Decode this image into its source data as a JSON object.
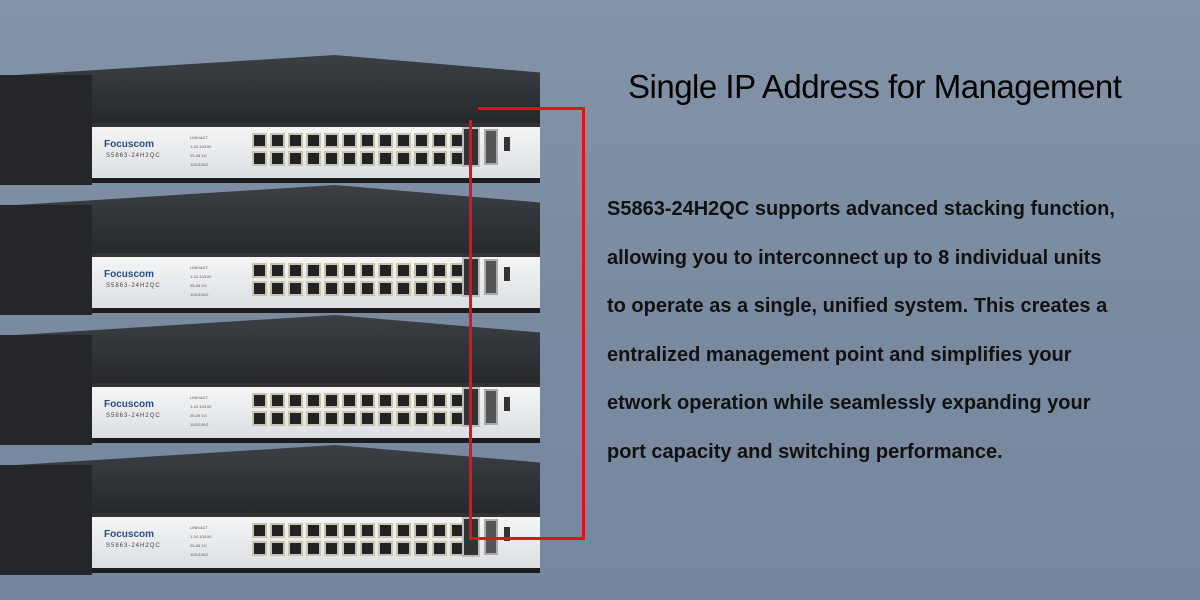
{
  "heading": "Single IP Address for Management",
  "paragraph_lines": [
    "S5863-24H2QC supports advanced stacking function,",
    "allowing you to interconnect up to 8 individual units",
    "to operate as a single, unified system. This creates a",
    "entralized management point and simplifies your",
    "etwork operation while seamlessly expanding your",
    "port capacity and switching performance."
  ],
  "switches": [
    {
      "brand": "Focuscom",
      "model": "S5863-24H2QC"
    },
    {
      "brand": "Focuscom",
      "model": "S5863-24H2QC"
    },
    {
      "brand": "Focuscom",
      "model": "S5863-24H2QC"
    },
    {
      "brand": "Focuscom",
      "model": "S5863-24H2QC"
    }
  ],
  "led_labels": [
    "LINK/ACT",
    "1-24 10/100",
    "25-26 1G",
    "10G/100G"
  ],
  "colors": {
    "cable": "#e3101e",
    "background": "#7a8ba0",
    "brand": "#2a4f88"
  }
}
